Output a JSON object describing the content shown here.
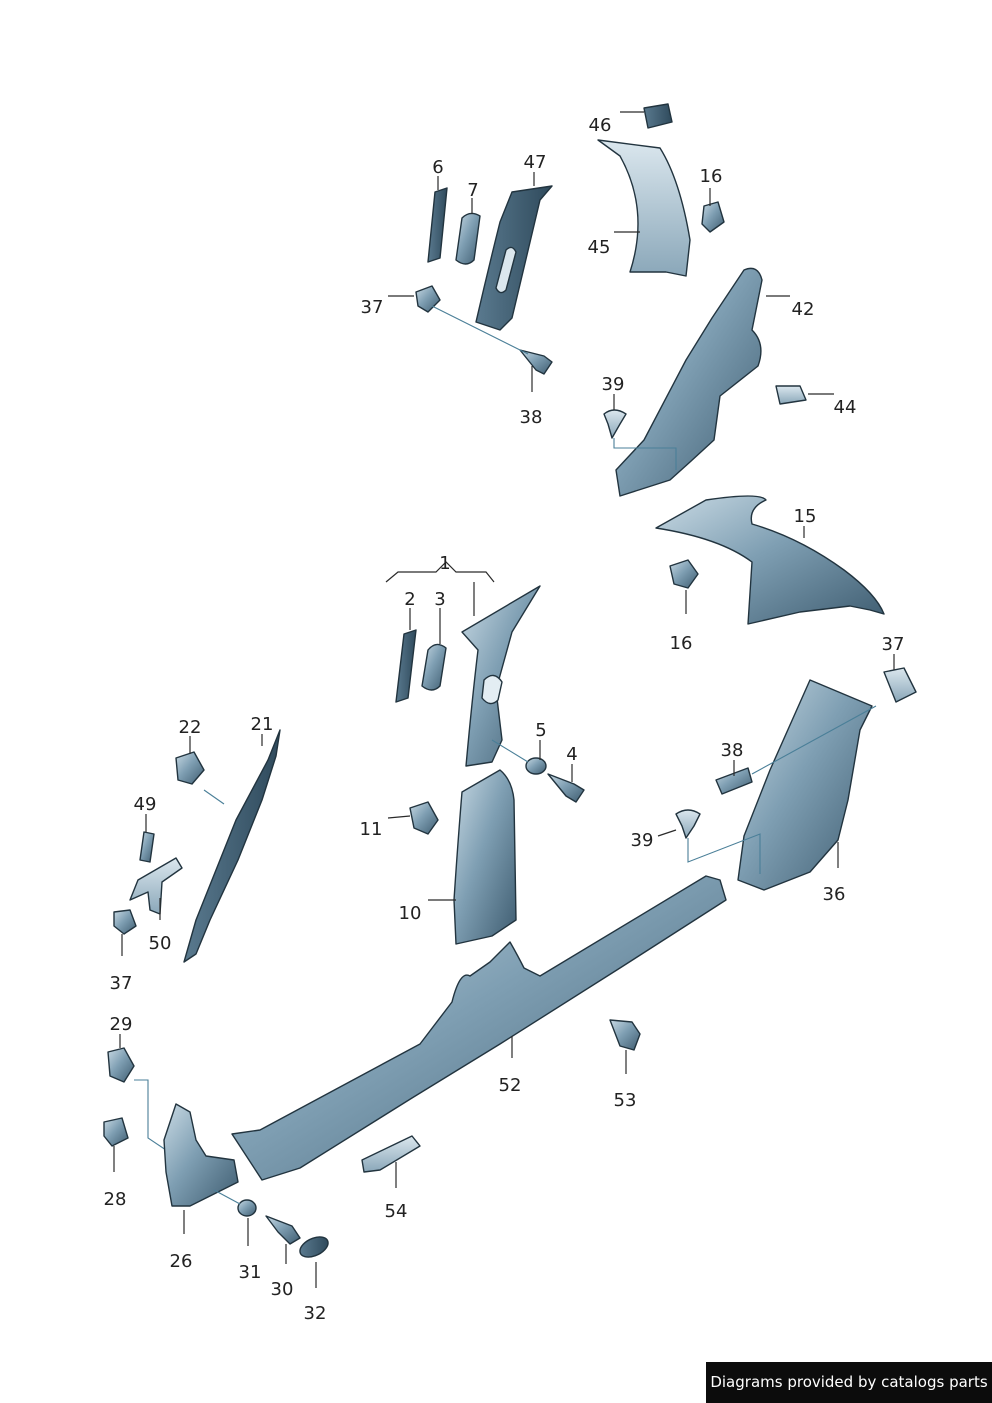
{
  "labels": {
    "l1": "1",
    "l2": "2",
    "l3": "3",
    "l4": "4",
    "l5": "5",
    "l6": "6",
    "l7": "7",
    "l10": "10",
    "l11": "11",
    "l15": "15",
    "l16a": "16",
    "l16b": "16",
    "l21": "21",
    "l22": "22",
    "l26": "26",
    "l28": "28",
    "l29": "29",
    "l30": "30",
    "l31": "31",
    "l32": "32",
    "l36": "36",
    "l37a": "37",
    "l37b": "37",
    "l37c": "37",
    "l38a": "38",
    "l38b": "38",
    "l39a": "39",
    "l39b": "39",
    "l42": "42",
    "l44": "44",
    "l45": "45",
    "l46": "46",
    "l47": "47",
    "l49": "49",
    "l50": "50",
    "l52": "52",
    "l53": "53",
    "l54": "54"
  },
  "credit": "Diagrams provided by catalogs parts",
  "colors": {
    "part_fill_light": "#b7ccd9",
    "part_fill_mid": "#6d8ea3",
    "part_fill_dark": "#3e5c70",
    "outline": "#22343f"
  }
}
